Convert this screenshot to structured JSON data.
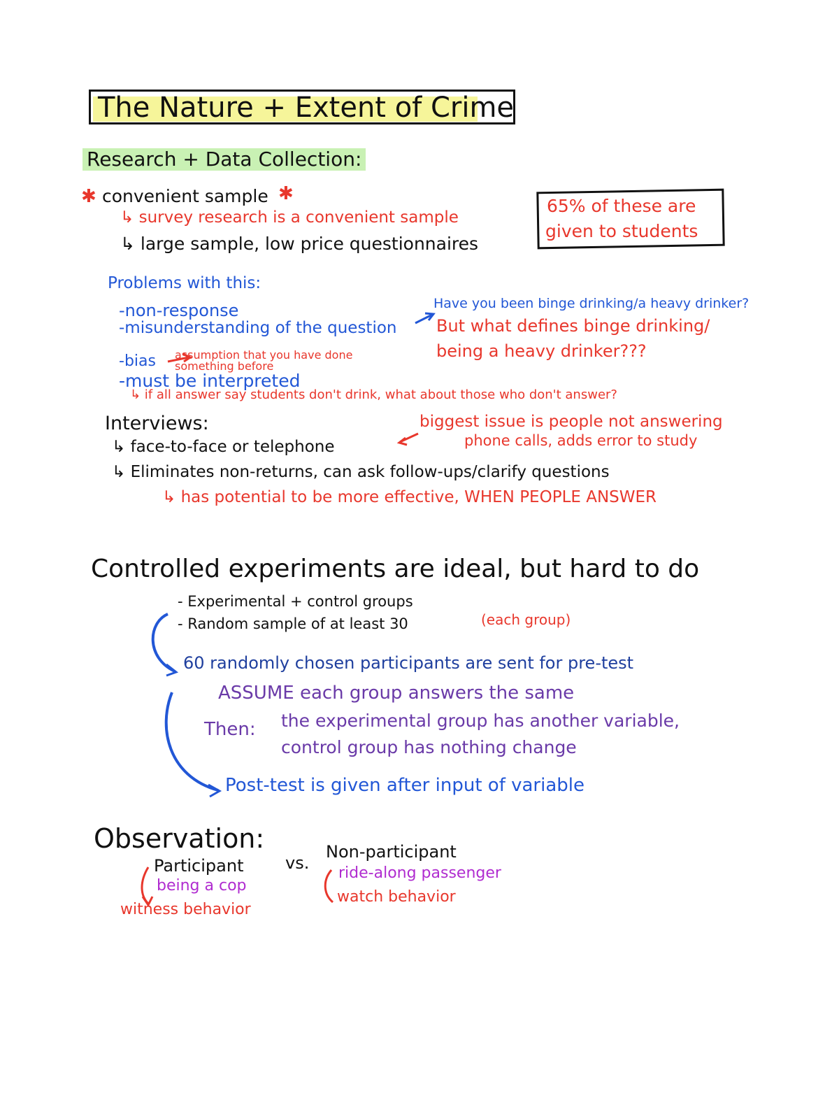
{
  "title": "The Nature + Extent of Crime",
  "research": {
    "heading": "Research + Data Collection:",
    "convenient": "convenient sample",
    "survey": "↳ survey research is a convenient sample",
    "large": "↳ large sample, low price questionnaires",
    "stat_line1": "65% of these are",
    "stat_line2": "given to students",
    "problems_heading": "Problems with this:",
    "p_nonresponse": "-non-response",
    "p_misunderstanding": "-misunderstanding of the question",
    "p_bias": "-bias",
    "p_bias_note": "assumption that you have done something before",
    "p_interpreted": "-must be interpreted",
    "q_example": "Have you been binge drinking/a heavy drinker?",
    "q_define1": "But what defines binge drinking/",
    "q_define2": "being a heavy drinker???",
    "interp_note": "↳ if all answer say students don't drink, what about those who don't answer?"
  },
  "interviews": {
    "heading": "Interviews:",
    "face": "↳ face-to-face or telephone",
    "issue1": "biggest issue is people not answering",
    "issue2": "phone calls, adds error to study",
    "elim": "↳ Eliminates non-returns, can ask follow-ups/clarify questions",
    "potential": "↳ has potential to be more effective, WHEN PEOPLE ANSWER"
  },
  "experiments": {
    "heading": "Controlled experiments are ideal, but hard to do",
    "groups": "- Experimental + control groups",
    "random": "- Random sample of at least 30",
    "each_group": "(each group)",
    "chosen": "60 randomly chosen participants are sent for pre-test",
    "assume": "ASSUME each group answers the same",
    "then_label": "Then:",
    "then1": "the experimental group has another variable,",
    "then2": "control group has nothing change",
    "post": "Post-test is given after input of variable"
  },
  "observation": {
    "heading": "Observation:",
    "participant": "Participant",
    "vs": "vs.",
    "nonparticipant": "Non-participant",
    "cop": "being a cop",
    "witness": "witness behavior",
    "ride": "ride-along passenger",
    "watch": "watch behavior"
  },
  "colors": {
    "black": "#111111",
    "red": "#e8372c",
    "blue": "#2257d6",
    "navy": "#1f3f9e",
    "purple": "#6a3aa8",
    "magenta": "#b02cd0",
    "highlight_yellow": "#f6f59a",
    "highlight_green": "#c9f1b4"
  }
}
